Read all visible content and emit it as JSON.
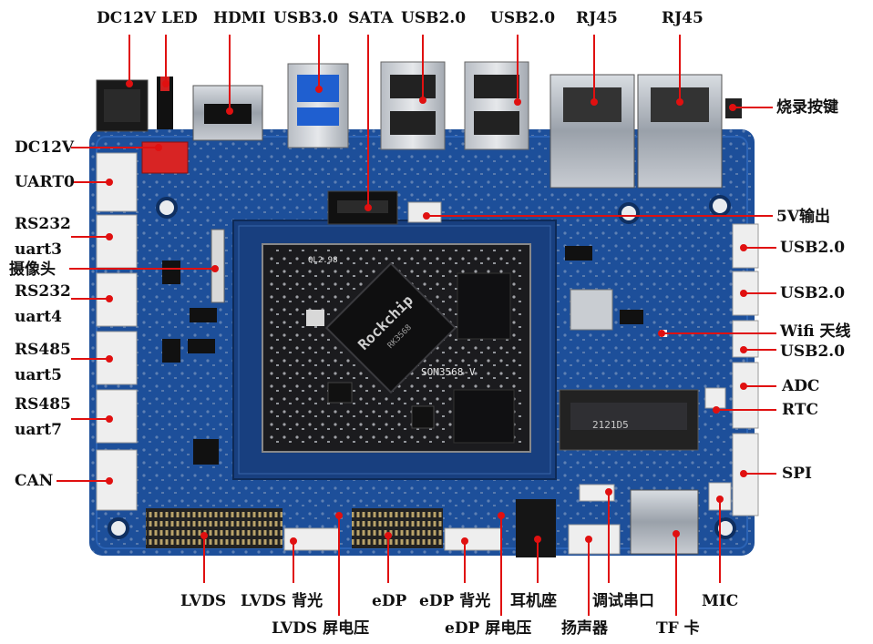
{
  "labels": {
    "top": {
      "dc12v_led": "DC12V LED",
      "hdmi": "HDMI",
      "usb3": "USB3.0",
      "sata": "SATA",
      "usb2_a": "USB2.0",
      "usb2_b": "USB2.0",
      "rj45_a": "RJ45",
      "rj45_b": "RJ45"
    },
    "left": {
      "dc12v": "DC12V",
      "uart0": "UART0",
      "rs232_3a": "RS232",
      "rs232_3b": "uart3",
      "camera": "摄像头",
      "rs232_4a": "RS232",
      "rs232_4b": "uart4",
      "rs485_5a": "RS485",
      "rs485_5b": "uart5",
      "rs485_7a": "RS485",
      "rs485_7b": "uart7",
      "can": "CAN"
    },
    "right": {
      "burn_key": "烧录按键",
      "out5v": "5V输出",
      "usb2_1": "USB2.0",
      "usb2_2": "USB2.0",
      "wifi": "Wifi 天线",
      "usb2_3": "USB2.0",
      "adc": "ADC",
      "rtc": "RTC",
      "spi": "SPI"
    },
    "bottom": {
      "lvds": "LVDS",
      "lvds_bl": "LVDS 背光",
      "lvds_v": "LVDS 屏电压",
      "edp": "eDP",
      "edp_bl": "eDP 背光",
      "edp_v": "eDP 屏电压",
      "earphone": "耳机座",
      "debug": "调试串口",
      "speaker": "扬声器",
      "tf": "TF 卡",
      "mic": "MIC"
    }
  },
  "board_text": {
    "som": "SOM3568-V",
    "chip": "Rockchip",
    "chip_part": "RK3568",
    "mem": "2121D5",
    "ql": "QL2.98"
  },
  "colors": {
    "pcb": "#1d4f9a",
    "pcb_dark": "#143d7a",
    "leader": "#e01010",
    "text": "#111111"
  }
}
